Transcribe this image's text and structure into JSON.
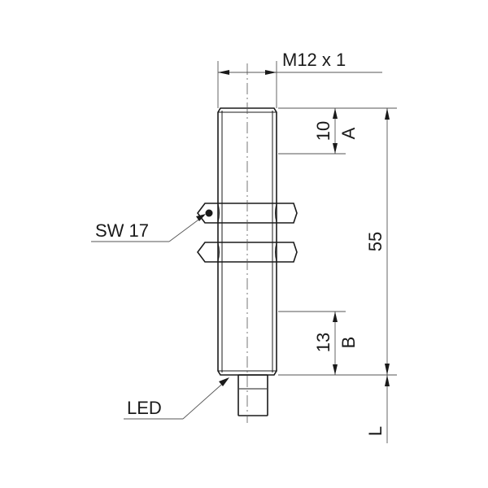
{
  "labels": {
    "thread": "M12 x 1",
    "wrench_size": "SW 17",
    "led": "LED",
    "dim_a_value": "10",
    "dim_a_letter": "A",
    "dim_b_value": "13",
    "dim_b_letter": "B",
    "dim_total": "55",
    "dim_l": "L"
  },
  "colors": {
    "line": "#1a1a1a",
    "background": "#ffffff"
  }
}
